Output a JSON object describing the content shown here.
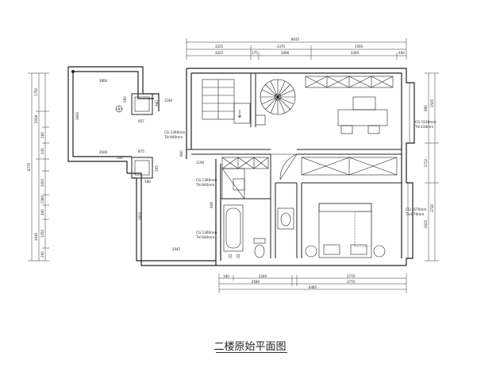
{
  "title": "二楼原始平面图",
  "dimensions": {
    "top_total": "8035",
    "top_row1": [
      "3225",
      "3370",
      "3500"
    ],
    "top_row2": [
      "3225",
      "275",
      "1668",
      "3260",
      "400"
    ],
    "bottom_row1": [
      "340",
      "2240",
      "3770"
    ],
    "bottom_row2": [
      "2580",
      "3770"
    ],
    "bottom_total": "6485",
    "left_outer": [
      "1750",
      "2918",
      "260",
      "430",
      "1000",
      "1360",
      "400",
      "1250",
      "1645",
      "200"
    ],
    "left_total": "8770",
    "right_outer": [
      "895",
      "2505",
      "3730",
      "2620"
    ],
    "right_total": "3712"
  },
  "labels": {
    "terrace_top_w": "3800",
    "terrace_mid_w": "2600",
    "terrace_h": "3830",
    "terrace_small_a": "560",
    "terrace_small_b": "857",
    "col_gap": "1190",
    "col2_w": "875",
    "col2_h": "580",
    "bay_w": "1190",
    "hall_h": "800",
    "bath_h": "928",
    "lower_h": "2820",
    "bottom_w": "2942",
    "stair_note": "TH:940mm",
    "small_940": "940",
    "small_265": "265",
    "small_240": "240"
  },
  "notes": {
    "cg1": "CG:1360mm",
    "th1": "TH:940mm",
    "cg2": "CG:1360mm",
    "th2": "TH:940mm",
    "cg3": "CG:1360mm",
    "th3": "TH:940mm",
    "cg4": "CG:1530mm",
    "th4": "TH:410mm",
    "cg5": "CG:1670mm",
    "th5": "TH:670mm"
  }
}
